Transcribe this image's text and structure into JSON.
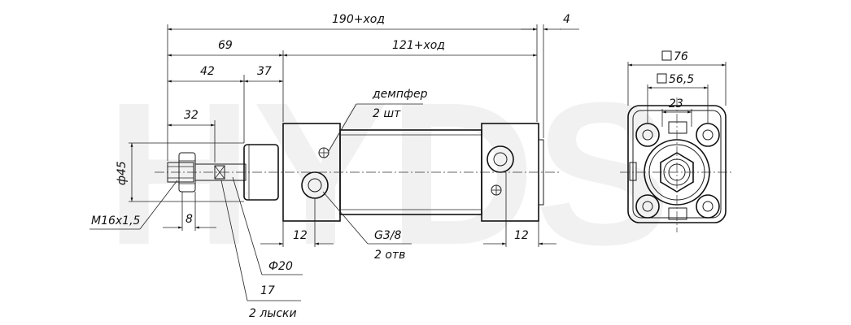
{
  "watermark": "HYDS",
  "dimensions": {
    "overall_length": "190+ход",
    "rear_gap": "4",
    "front_to_mount": "69",
    "body_length": "121+ход",
    "rod_thread_len": "42",
    "gland_len": "37",
    "thread_engage": "32",
    "flats_width": "8",
    "rod_end_dia": "ф45",
    "front_port_offset": "12",
    "rear_port_offset": "12",
    "square_outer": "76",
    "square_inner": "56,5",
    "bolt_spacing": "23"
  },
  "callouts": {
    "thread": "M16x1,5",
    "damper_line1": "демпфер",
    "damper_line2": "2 шт",
    "port_line1": "G3/8",
    "port_line2": "2 отв",
    "rod_dia": "Ф20",
    "flats_size": "17",
    "flats_count": "2 лыски"
  }
}
